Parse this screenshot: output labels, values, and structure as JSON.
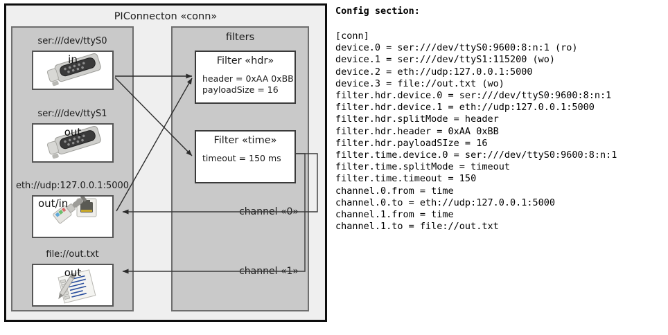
{
  "diagram": {
    "title": "PIConnecton «conn»",
    "devices_panel": {
      "name": "devices",
      "items": [
        {
          "label": "ser:///dev/ttyS0",
          "direction": "in",
          "icon": "serial-port-icon"
        },
        {
          "label": "ser:///dev/ttyS1",
          "direction": "out",
          "icon": "serial-port-icon"
        },
        {
          "label": "eth://udp:127.0.0.1:5000",
          "direction": "out/in",
          "icon": "ethernet-jack-icon"
        },
        {
          "label": "file://out.txt",
          "direction": "out",
          "icon": "text-file-icon"
        }
      ]
    },
    "filters_panel": {
      "title": "filters",
      "filters": [
        {
          "title": "Filter «hdr»",
          "props": [
            "header = 0xAA 0xBB",
            "payloadSize = 16"
          ]
        },
        {
          "title": "Filter «time»",
          "props": [
            "timeout = 150 ms"
          ]
        }
      ],
      "channels": [
        {
          "label": "channel «0»"
        },
        {
          "label": "channel «1»"
        }
      ]
    },
    "colors": {
      "outer_fill": "#efefef",
      "outer_border": "#0d0d0d",
      "panel_fill": "#c9c9c9",
      "panel_border": "#6e6e6e",
      "card_fill": "#ffffff",
      "card_border": "#555555",
      "connector": "#3a3a3a"
    }
  },
  "config": {
    "heading": "Config section:",
    "lines": [
      "[conn]",
      "device.0 = ser:///dev/ttyS0:9600:8:n:1 (ro)",
      "device.1 = ser:///dev/ttyS1:115200 (wo)",
      "device.2 = eth://udp:127.0.0.1:5000",
      "device.3 = file://out.txt (wo)",
      "filter.hdr.device.0 = ser:///dev/ttyS0:9600:8:n:1",
      "filter.hdr.device.1 = eth://udp:127.0.0.1:5000",
      "filter.hdr.splitMode = header",
      "filter.hdr.header = 0xAA 0xBB",
      "filter.hdr.payloadSIze = 16",
      "filter.time.device.0 = ser:///dev/ttyS0:9600:8:n:1",
      "filter.time.splitMode = timeout",
      "filter.time.timeout = 150",
      "channel.0.from = time",
      "channel.0.to = eth://udp:127.0.0.1:5000",
      "channel.1.from = time",
      "channel.1.to = file://out.txt"
    ]
  }
}
